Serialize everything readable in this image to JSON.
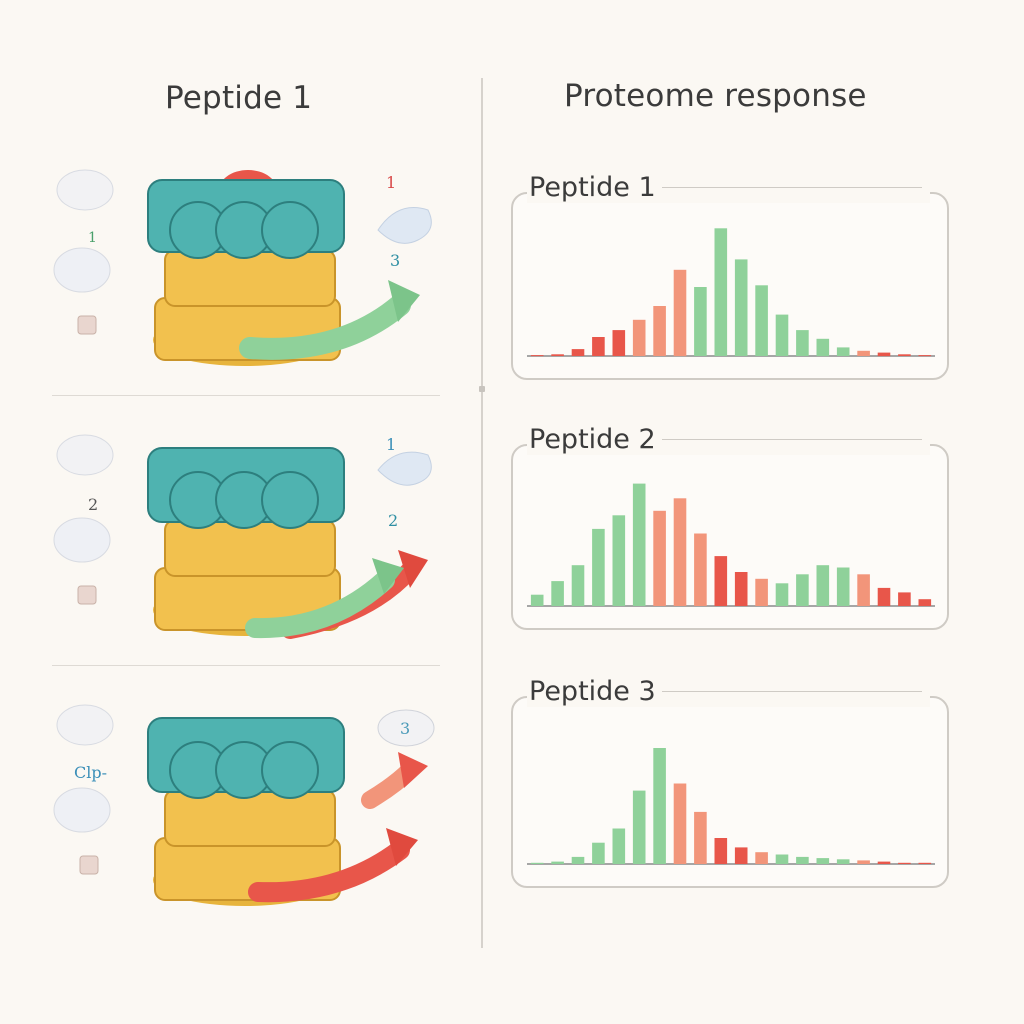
{
  "left_title": "Peptide 1",
  "right_title": "Proteome response",
  "rows": [
    {
      "number_labels": [
        "1",
        "1",
        "3"
      ],
      "number_colors": [
        "#4aa06b",
        "#d94a4a",
        "#2f8fa3"
      ],
      "arrows": [
        "green"
      ]
    },
    {
      "number_labels": [
        "1",
        "2",
        "2"
      ],
      "number_colors": [
        "#3b8fb8",
        "#555555",
        "#2f8fa3"
      ],
      "arrows": [
        "green",
        "red"
      ]
    },
    {
      "number_labels": [
        "Clp-",
        "3"
      ],
      "number_colors": [
        "#3b8fb8",
        "#4a9ab8"
      ],
      "arrows": [
        "red",
        "red"
      ]
    }
  ],
  "colors": {
    "teal": "#4fb3b0",
    "yellow": "#f2c14e",
    "green": "#8fd19a",
    "red": "#e8564a",
    "salmon": "#f2957a"
  },
  "chart_data": [
    {
      "type": "bar",
      "title": "Peptide 1",
      "values": [
        1,
        2,
        8,
        22,
        30,
        42,
        58,
        100,
        80,
        148,
        112,
        82,
        48,
        30,
        20,
        10,
        6,
        4,
        2,
        1
      ],
      "bar_colors": [
        "red",
        "red",
        "red",
        "red",
        "red",
        "salmon",
        "salmon",
        "salmon",
        "green",
        "green",
        "green",
        "green",
        "green",
        "green",
        "green",
        "green",
        "salmon",
        "red",
        "red",
        "red"
      ],
      "ylim": [
        0,
        160
      ]
    },
    {
      "type": "bar",
      "title": "Peptide 2",
      "values": [
        10,
        22,
        36,
        68,
        80,
        108,
        84,
        95,
        64,
        44,
        30,
        24,
        20,
        28,
        36,
        34,
        28,
        16,
        12,
        6
      ],
      "bar_colors": [
        "green",
        "green",
        "green",
        "green",
        "green",
        "green",
        "salmon",
        "salmon",
        "salmon",
        "red",
        "red",
        "salmon",
        "green",
        "green",
        "green",
        "green",
        "salmon",
        "red",
        "red",
        "red"
      ],
      "ylim": [
        0,
        120
      ]
    },
    {
      "type": "bar",
      "title": "Peptide 3",
      "values": [
        1,
        2,
        6,
        18,
        30,
        62,
        98,
        68,
        44,
        22,
        14,
        10,
        8,
        6,
        5,
        4,
        3,
        2,
        1,
        1
      ],
      "bar_colors": [
        "green",
        "green",
        "green",
        "green",
        "green",
        "green",
        "green",
        "salmon",
        "salmon",
        "red",
        "red",
        "salmon",
        "green",
        "green",
        "green",
        "green",
        "salmon",
        "red",
        "red",
        "red"
      ],
      "ylim": [
        0,
        120
      ]
    }
  ]
}
